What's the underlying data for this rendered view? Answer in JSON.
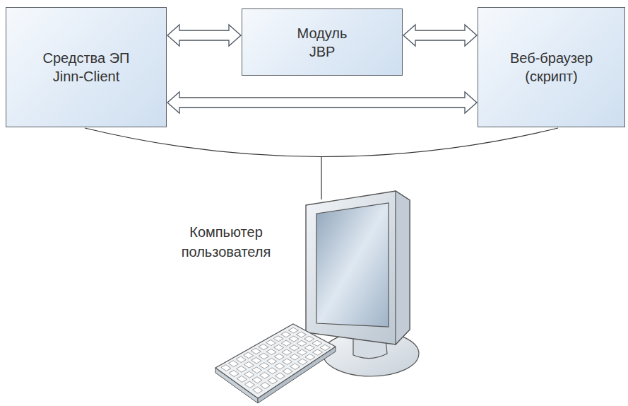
{
  "diagram": {
    "nodes": [
      {
        "text": [
          "Средства ЭП Jinn-Client"
        ]
      },
      {
        "text": [
          "Модуль JBP"
        ]
      },
      {
        "text": [
          "Веб-браузер (скрипт)"
        ]
      }
    ],
    "edges": [
      {
        "from": 0,
        "to": 1,
        "arrow": "both"
      },
      {
        "from": 1,
        "to": 2,
        "arrow": "both"
      },
      {
        "from": 0,
        "to": 2,
        "arrow": "both"
      }
    ],
    "labels": [
      "Компьютер пользователя"
    ]
  }
}
